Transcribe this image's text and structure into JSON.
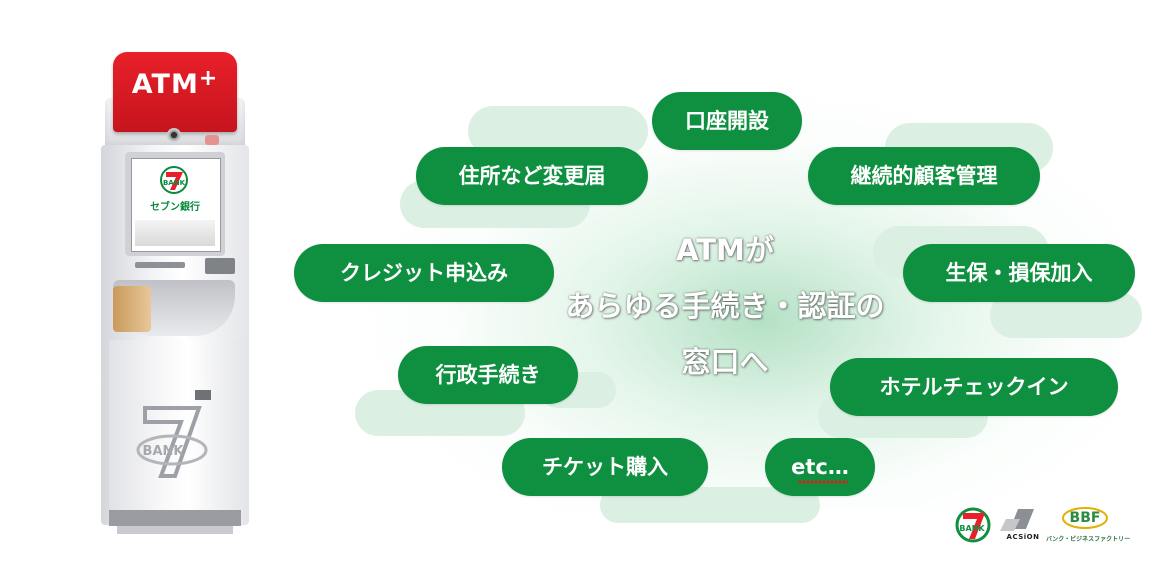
{
  "atm": {
    "sign_label": "ATM",
    "sign_plus": "+",
    "screen_logo_text": "BANK",
    "screen_caption": "セブン銀行",
    "body_logo_text": "BANK"
  },
  "headline": {
    "line1": "ATMが",
    "line2": "あらゆる手続き・認証の",
    "line3": "窓口へ"
  },
  "services": [
    {
      "label": "口座開設"
    },
    {
      "label": "住所など変更届"
    },
    {
      "label": "継続的顧客管理"
    },
    {
      "label": "クレジット申込み"
    },
    {
      "label": "生保・損保加入"
    },
    {
      "label": "行政手続き"
    },
    {
      "label": "ホテルチェックイン"
    },
    {
      "label": "チケット購入"
    },
    {
      "label": "etc…"
    }
  ],
  "logos": {
    "bank_text": "BANK",
    "acsion_text": "ACSiON",
    "bbf_text": "BBF",
    "bbf_subtext": "バンク・ビジネスファクトリー"
  },
  "colors": {
    "pill_green": "#0f9040",
    "atm_red": "#e8202a",
    "cloud_mint": "#dbefe2"
  }
}
